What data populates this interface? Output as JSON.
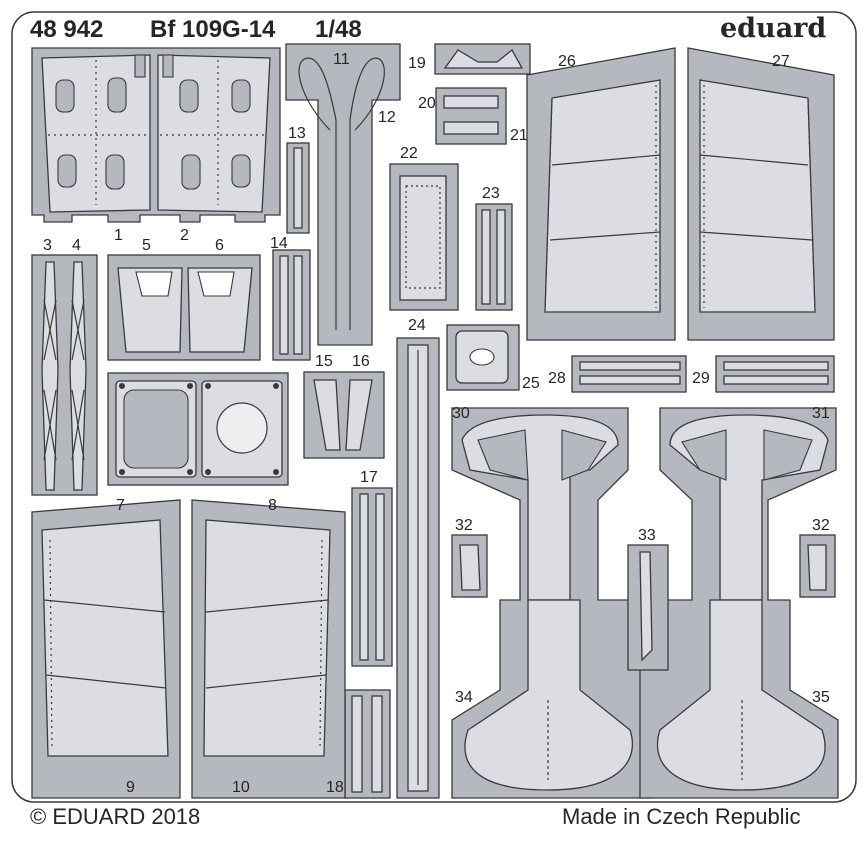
{
  "header": {
    "set_number": "48 942",
    "model": "Bf 109G-14",
    "scale": "1/48",
    "brand": "eduard"
  },
  "footer": {
    "copyright": "© EDUARD 2018",
    "origin": "Made in Czech Republic"
  },
  "part_numbers": {
    "p1": "1",
    "p2": "2",
    "p3": "3",
    "p4": "4",
    "p5": "5",
    "p6": "6",
    "p7": "7",
    "p8": "8",
    "p9": "9",
    "p10": "10",
    "p11": "11",
    "p12": "12",
    "p13": "13",
    "p14": "14",
    "p15": "15",
    "p16": "16",
    "p17": "17",
    "p18": "18",
    "p19": "19",
    "p20": "20",
    "p21": "21",
    "p22": "22",
    "p23": "23",
    "p24": "24",
    "p25": "25",
    "p26": "26",
    "p27": "27",
    "p28": "28",
    "p29": "29",
    "p30": "30",
    "p31": "31",
    "p32a": "32",
    "p32b": "32",
    "p33": "33",
    "p34": "34",
    "p35": "35"
  },
  "colors": {
    "fret": "#b6b8bf",
    "part": "#dcdde2",
    "outline": "#3a3a3a",
    "text": "#262626"
  }
}
